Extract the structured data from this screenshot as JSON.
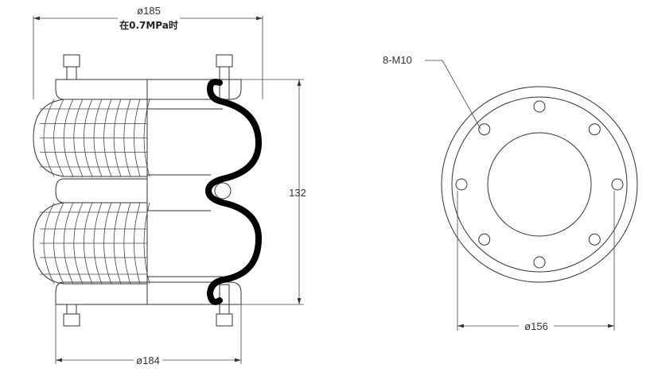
{
  "drawing": {
    "side_view": {
      "top_diameter_label": "ø185",
      "pressure_note": "在0.7MPa时",
      "height_label": "132",
      "bottom_diameter_label": "ø184"
    },
    "plan_view": {
      "bolt_label": "8-M10",
      "bolt_circle_label": "ø156",
      "bolt_count": 8
    }
  }
}
